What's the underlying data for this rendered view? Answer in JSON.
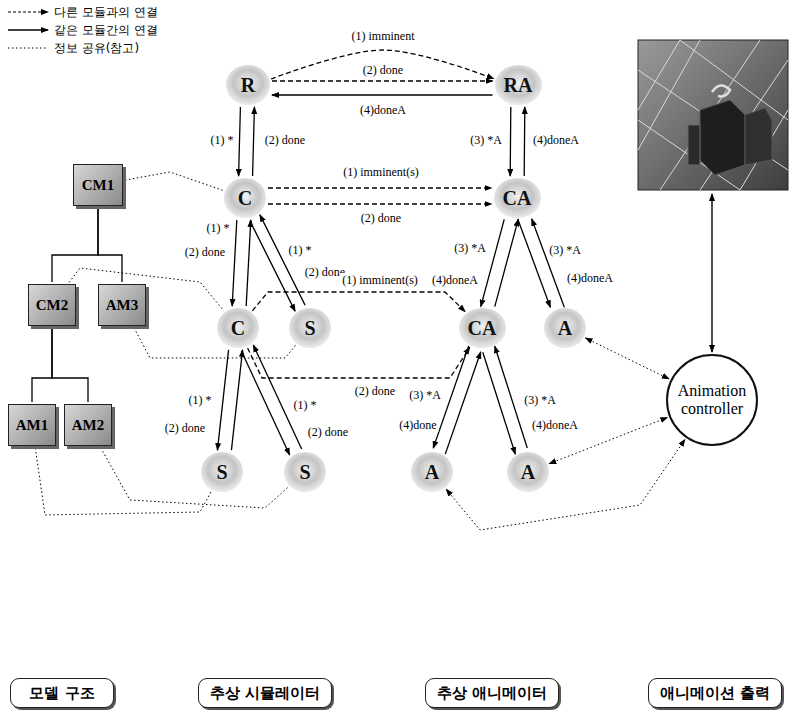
{
  "diagram": {
    "nodes": [
      {
        "text": [
          "R"
        ]
      },
      {
        "text": [
          "RA"
        ]
      },
      {
        "text": [
          "CM1"
        ]
      },
      {
        "text": [
          "C"
        ]
      },
      {
        "text": [
          "CA"
        ]
      },
      {
        "text": [
          "CM2"
        ]
      },
      {
        "text": [
          "AM3"
        ]
      },
      {
        "text": [
          "C"
        ]
      },
      {
        "text": [
          "S"
        ]
      },
      {
        "text": [
          "CA"
        ]
      },
      {
        "text": [
          "A"
        ]
      },
      {
        "text": [
          "AM1"
        ]
      },
      {
        "text": [
          "AM2"
        ]
      },
      {
        "text": [
          "S"
        ]
      },
      {
        "text": [
          "S"
        ]
      },
      {
        "text": [
          "A"
        ]
      },
      {
        "text": [
          "A"
        ]
      },
      {
        "text": [
          "Animation controller"
        ]
      },
      {
        "text": [
          "모델 구조"
        ]
      },
      {
        "text": [
          "추상 시뮬레이터"
        ]
      },
      {
        "text": [
          "추상 애니메이터"
        ]
      },
      {
        "text": [
          "애니메이션 출력"
        ]
      }
    ],
    "edges": [
      {
        "from": 0,
        "to": 1,
        "label": "(1) imminent",
        "arrow": "to"
      },
      {
        "from": 0,
        "to": 1,
        "label": "(2) done",
        "arrow": "to"
      },
      {
        "from": 1,
        "to": 0,
        "label": "(4)doneA",
        "arrow": "to"
      },
      {
        "from": 0,
        "to": 3,
        "label": "(1) *",
        "arrow": "to"
      },
      {
        "from": 3,
        "to": 0,
        "label": "(2) done",
        "arrow": "to"
      },
      {
        "from": 1,
        "to": 4,
        "label": "(3) *A",
        "arrow": "to"
      },
      {
        "from": 4,
        "to": 1,
        "label": "(4)doneA",
        "arrow": "to"
      },
      {
        "from": 3,
        "to": 4,
        "label": "(1) imminent(s)",
        "arrow": "to"
      },
      {
        "from": 3,
        "to": 4,
        "label": "(2) done",
        "arrow": "to"
      },
      {
        "from": 3,
        "to": 7,
        "label": "(1) *",
        "arrow": "to"
      },
      {
        "from": 7,
        "to": 3,
        "label": "(2) done",
        "arrow": "to"
      },
      {
        "from": 3,
        "to": 8,
        "label": "(1) *",
        "arrow": "to"
      },
      {
        "from": 8,
        "to": 3,
        "label": "(2) done",
        "arrow": "to"
      },
      {
        "from": 7,
        "to": 9,
        "label": "(1) imminent(s)",
        "arrow": "to"
      },
      {
        "from": 7,
        "to": 9,
        "label": "(2) done",
        "arrow": "to"
      },
      {
        "from": 4,
        "to": 9,
        "label": "(3) *A",
        "arrow": "to"
      },
      {
        "from": 9,
        "to": 4,
        "label": "(4)doneA",
        "arrow": "to"
      },
      {
        "from": 4,
        "to": 10,
        "label": "(3) *A",
        "arrow": "to"
      },
      {
        "from": 10,
        "to": 4,
        "label": "(4)doneA",
        "arrow": "to"
      },
      {
        "from": 7,
        "to": 13,
        "label": "(1) *",
        "arrow": "to"
      },
      {
        "from": 13,
        "to": 7,
        "label": "(2) done",
        "arrow": "to"
      },
      {
        "from": 7,
        "to": 14,
        "label": "(1) *",
        "arrow": "to"
      },
      {
        "from": 14,
        "to": 7,
        "label": "(2) done",
        "arrow": "to"
      },
      {
        "from": 9,
        "to": 15,
        "label": "(3) *A",
        "arrow": "to"
      },
      {
        "from": 15,
        "to": 9,
        "label": "(4)done",
        "arrow": "to"
      },
      {
        "from": 9,
        "to": 16,
        "label": "(3) *A",
        "arrow": "to"
      },
      {
        "from": 16,
        "to": 9,
        "label": "(4)doneA",
        "arrow": "to"
      },
      {
        "from": 2,
        "to": 5,
        "arrow": "none"
      },
      {
        "from": 2,
        "to": 6,
        "arrow": "none"
      },
      {
        "from": 5,
        "to": 11,
        "arrow": "none"
      },
      {
        "from": 5,
        "to": 12,
        "arrow": "none"
      },
      {
        "from": 2,
        "to": 3,
        "arrow": "none"
      },
      {
        "from": 5,
        "to": 7,
        "arrow": "none"
      },
      {
        "from": 6,
        "to": 8,
        "arrow": "none"
      },
      {
        "from": 11,
        "to": 13,
        "arrow": "none"
      },
      {
        "from": 12,
        "to": 14,
        "arrow": "none"
      },
      {
        "from": 10,
        "to": 17,
        "arrow": "both"
      },
      {
        "from": 15,
        "to": 17,
        "arrow": "both"
      },
      {
        "from": 16,
        "to": 17,
        "arrow": "both"
      }
    ],
    "legend": [
      {
        "text": "다른 모듈과의 연결"
      },
      {
        "text": "같은 모듈간의 연결"
      },
      {
        "text": "정보 공유(참고)"
      }
    ]
  }
}
